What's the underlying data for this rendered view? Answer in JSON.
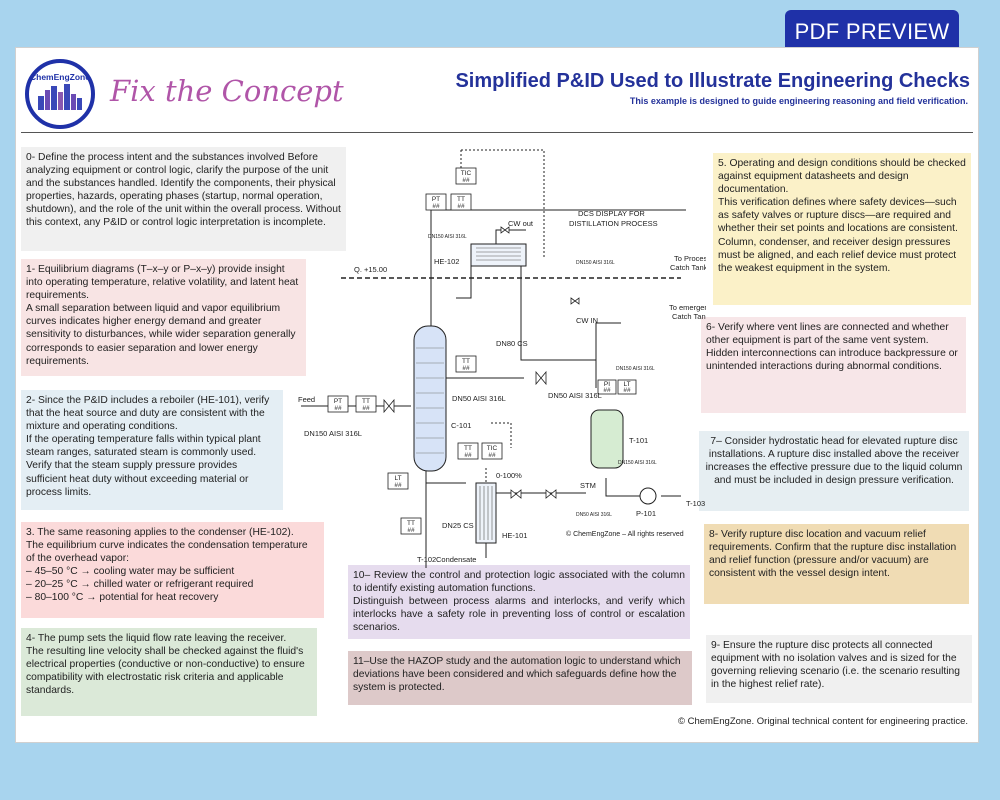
{
  "badge": "PDF PREVIEW",
  "header": {
    "logo_text": "ChemEngZone",
    "brand": "Fix the Concept",
    "title": "Simplified P&ID Used to Illustrate Engineering Checks",
    "subtitle": "This example is designed to guide engineering reasoning and field verification."
  },
  "notes": {
    "n0": [
      "0- Define the process intent and the substances involved",
      " Before analyzing equipment or control logic, clarify the purpose of the unit and the substances handled.  Identify the components, their physical properties, hazards, operating phases (startup, normal operation, shutdown), and the role of the unit within the overall process.  Without this context, any P&ID or control logic interpretation is incomplete."
    ],
    "n1": [
      "1- Equilibrium diagrams (T–x–y or P–x–y) provide insight into operating temperature, relative volatility, and latent heat requirements.",
      " A small separation between liquid and vapor equilibrium curves indicates higher energy demand and greater sensitivity to disturbances, while wider separation generally corresponds to easier separation and lower energy requirements."
    ],
    "n2": [
      "2- Since the P&ID includes a reboiler (HE-101), verify that the heat source and duty are consistent with the mixture and operating conditions.",
      " If the operating temperature falls within typical plant steam ranges, saturated steam is commonly used.  Verify that the steam supply pressure provides sufficient heat duty without exceeding material or process limits."
    ],
    "n3": [
      "3. The same reasoning applies to the condenser (HE-102).",
      " The equilibrium curve indicates the condensation temperature of the overhead vapor:",
      " – 45–50 °C → cooling water may be sufficient",
      " – 20–25 °C → chilled water or refrigerant required",
      " – 80–100 °C → potential for heat recovery"
    ],
    "n4": [
      "4- The pump sets the liquid flow rate leaving the receiver.",
      " The resulting line velocity shall be checked against the fluid's electrical properties (conductive or non-conductive) to ensure compatibility with electrostatic risk criteria and applicable standards."
    ],
    "n5": [
      "5. Operating and design conditions should be checked against equipment datasheets and design documentation.",
      " This verification defines where safety devices—such as safety valves or rupture discs—are required and whether their set points and locations are consistent.",
      " Column, condenser, and receiver design pressures must be aligned, and each relief device must protect the weakest equipment in the system."
    ],
    "n6": [
      "6- Verify where vent lines are connected and whether other equipment is part of the same vent system.",
      " Hidden interconnections can introduce backpressure or unintended interactions during abnormal conditions."
    ],
    "n7": [
      "7– Consider hydrostatic head for elevated rupture disc installations.  A rupture disc installed above the receiver increases the effective pressure due to the liquid column and must be included in design pressure verification."
    ],
    "n8": [
      "8- Verify rupture disc location and vacuum relief requirements.  Confirm that the rupture disc installation and relief function (pressure and/or vacuum) are consistent with the vessel design intent."
    ],
    "n9": [
      "9- Ensure the rupture disc protects all connected equipment with no isolation valves and is sized for the governing relieving scenario (i.e. the scenario resulting in the highest relief rate)."
    ],
    "n10": [
      "10– Review the control and protection logic associated with the column to identify existing automation functions.",
      " Distinguish between process alarms and interlocks, and verify which interlocks have a safety role in preventing loss of control or escalation scenarios."
    ],
    "n11": [
      "11–Use the HAZOP study and the automation logic to understand which deviations have been considered and which safeguards define how the system is protected."
    ]
  },
  "diagram": {
    "dcs_label": [
      "DCS DISPLAY FOR",
      "DISTILLATION PROCESS"
    ],
    "elevation": "Q. +15.00",
    "to_catch_tank": [
      "To Process",
      "Catch Tank"
    ],
    "to_emergency": [
      "To emergency",
      "Catch Tank"
    ],
    "cw_out": "CW out",
    "cw_in": "CW IN",
    "he102": "HE-102",
    "he101": "HE-101",
    "c101": "C-101",
    "t101": "T-101",
    "p101": "P-101",
    "t103": "T-103",
    "t102": "T-102",
    "feed": "Feed",
    "stm": "STM",
    "condensate": "Condensate",
    "pct": "0-100%",
    "dn80": "DN80 CS",
    "dn25": "DN25 CS",
    "dn50_a": "DN50 AISI 316L",
    "dn50_b": "DN50 AISI 316L",
    "dn150_feed": "DN150 AISI 316L",
    "dn150_top": "DN150 AISI 316L",
    "dn150_he": "DN150 AISI 316L",
    "dn50_stm": "DN50 AISI 316L",
    "dn150_vent": "DN150 AISI 316L",
    "dn150_r": "DN150 AISI 316L",
    "dn150_t": "DN150 AISI 316L",
    "hash": "##",
    "tags": {
      "tic": "TIC",
      "pt": "PT",
      "tt": "TT",
      "lt": "LT",
      "pi": "PI",
      "tic2": "TIC"
    },
    "rights": "© ChemEngZone – All rights reserved"
  },
  "footer": "© ChemEngZone. Original technical content for engineering practice."
}
